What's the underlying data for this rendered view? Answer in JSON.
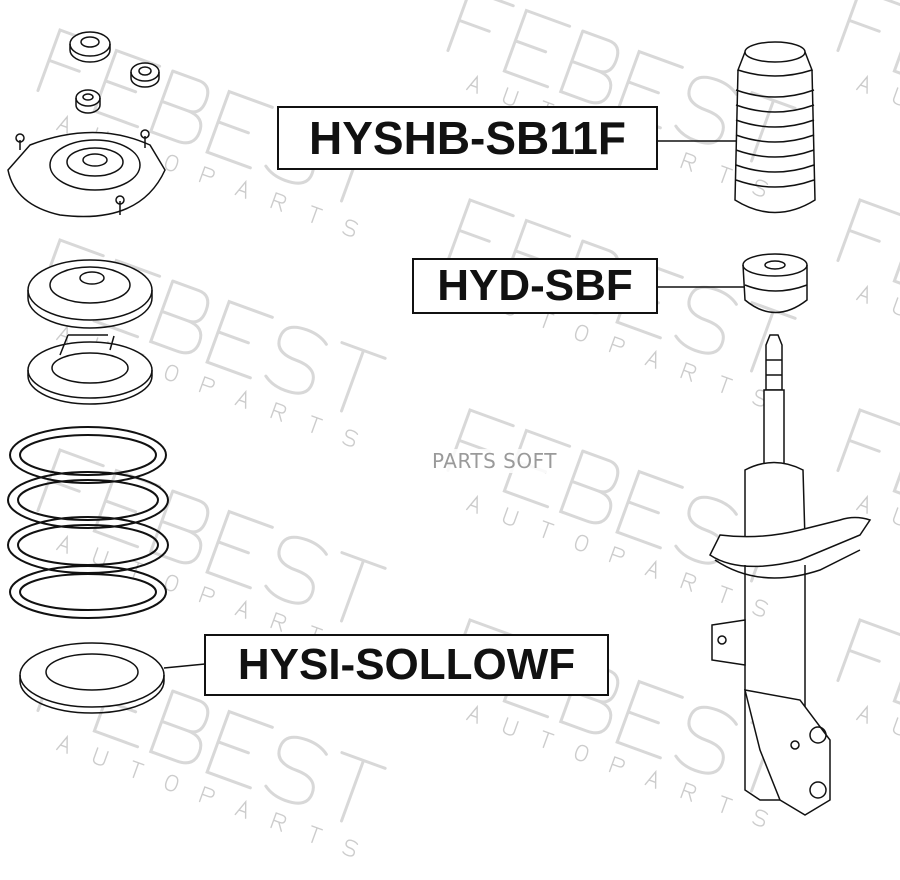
{
  "labels": {
    "boot": "HYSHB-SB11F",
    "bump_stop": "HYD-SBF",
    "spring_seat": "HYSI-SOLLOWF"
  },
  "watermarks": {
    "brand": "FEBEST",
    "brand_sub": "A U T O   P A R T S",
    "parts_soft": "PARTS SOFT"
  },
  "colors": {
    "line": "#111111",
    "watermark": "#d8d8d8"
  }
}
